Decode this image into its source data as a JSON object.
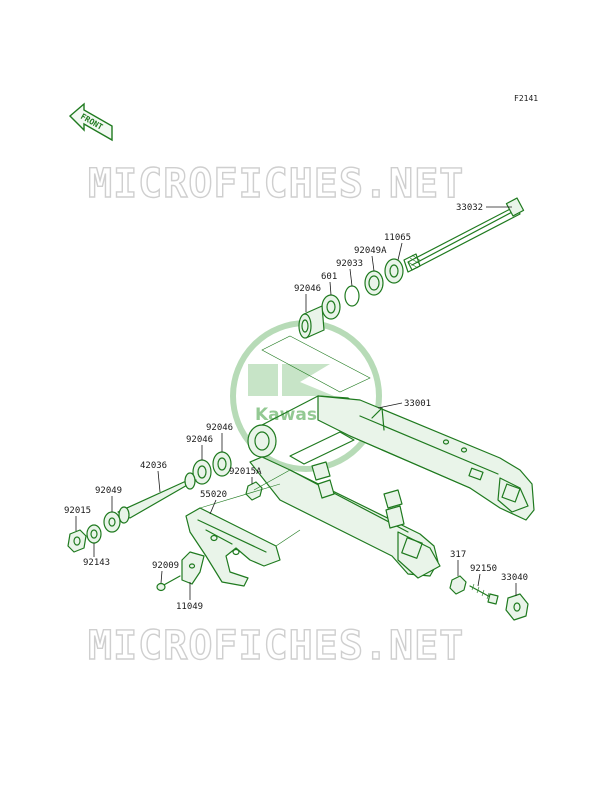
{
  "diagram": {
    "code": "F2141",
    "front_label": "FRONT",
    "watermark": "MICROFICHES.NET",
    "logo_text": "Kawasaki",
    "colors": {
      "part_line": "#1f7a1f",
      "watermark": "#cfcfcf",
      "logo": "#6fb86f"
    },
    "parts": [
      {
        "id": "33032"
      },
      {
        "id": "11065"
      },
      {
        "id": "92049A"
      },
      {
        "id": "92033"
      },
      {
        "id": "601"
      },
      {
        "id": "92046"
      },
      {
        "id": "33001"
      },
      {
        "id": "92046"
      },
      {
        "id": "92046"
      },
      {
        "id": "42036"
      },
      {
        "id": "92015A"
      },
      {
        "id": "92049"
      },
      {
        "id": "55020"
      },
      {
        "id": "92015"
      },
      {
        "id": "92143"
      },
      {
        "id": "92009"
      },
      {
        "id": "11049"
      },
      {
        "id": "317"
      },
      {
        "id": "92150"
      },
      {
        "id": "33040"
      }
    ]
  }
}
